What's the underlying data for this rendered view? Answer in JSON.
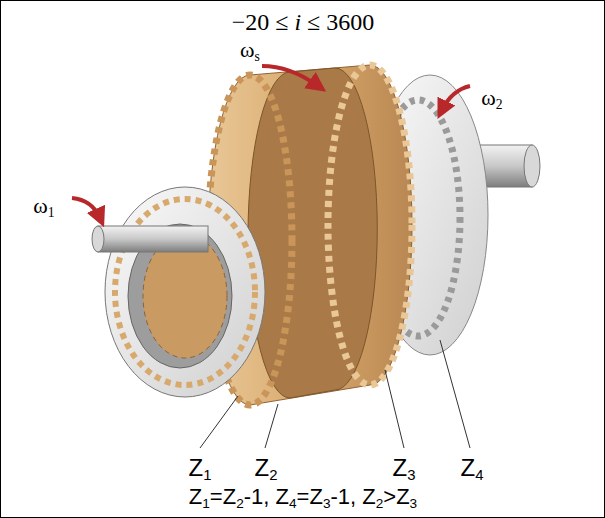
{
  "diagram": {
    "labels": [
      "−20 ≤ i ≤ 3600",
      "ωs",
      "ω2",
      "ω1",
      "Z1",
      "Z2",
      "Z3",
      "Z4",
      "Z1=Z2-1, Z4=Z3-1, Z2>Z3"
    ]
  }
}
